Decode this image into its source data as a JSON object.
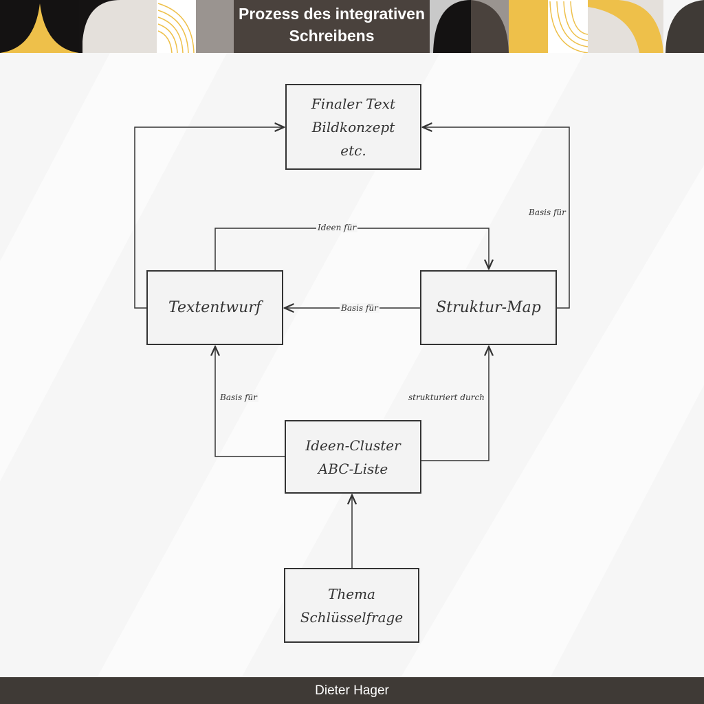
{
  "header": {
    "title": "Prozess des integrativen Schreibens"
  },
  "nodes": {
    "final": "Finaler Text\nBildkonzept\netc.",
    "textentwurf": "Textentwurf",
    "struktur": "Struktur-Map",
    "cluster": "Ideen-Cluster\nABC-Liste",
    "thema": "Thema\nSchlüsselfrage"
  },
  "edges": {
    "ideen_fuer": "Ideen für",
    "basis_struktur_text": "Basis für",
    "basis_struktur_final": "Basis für",
    "basis_cluster_text": "Basis für",
    "strukturiert_durch": "strukturiert durch"
  },
  "footer": {
    "author": "Dieter Hager"
  },
  "colors": {
    "dark": "#3f3a36",
    "yellow": "#eec04a",
    "beige": "#e4e0db",
    "gray": "#9a9490"
  }
}
